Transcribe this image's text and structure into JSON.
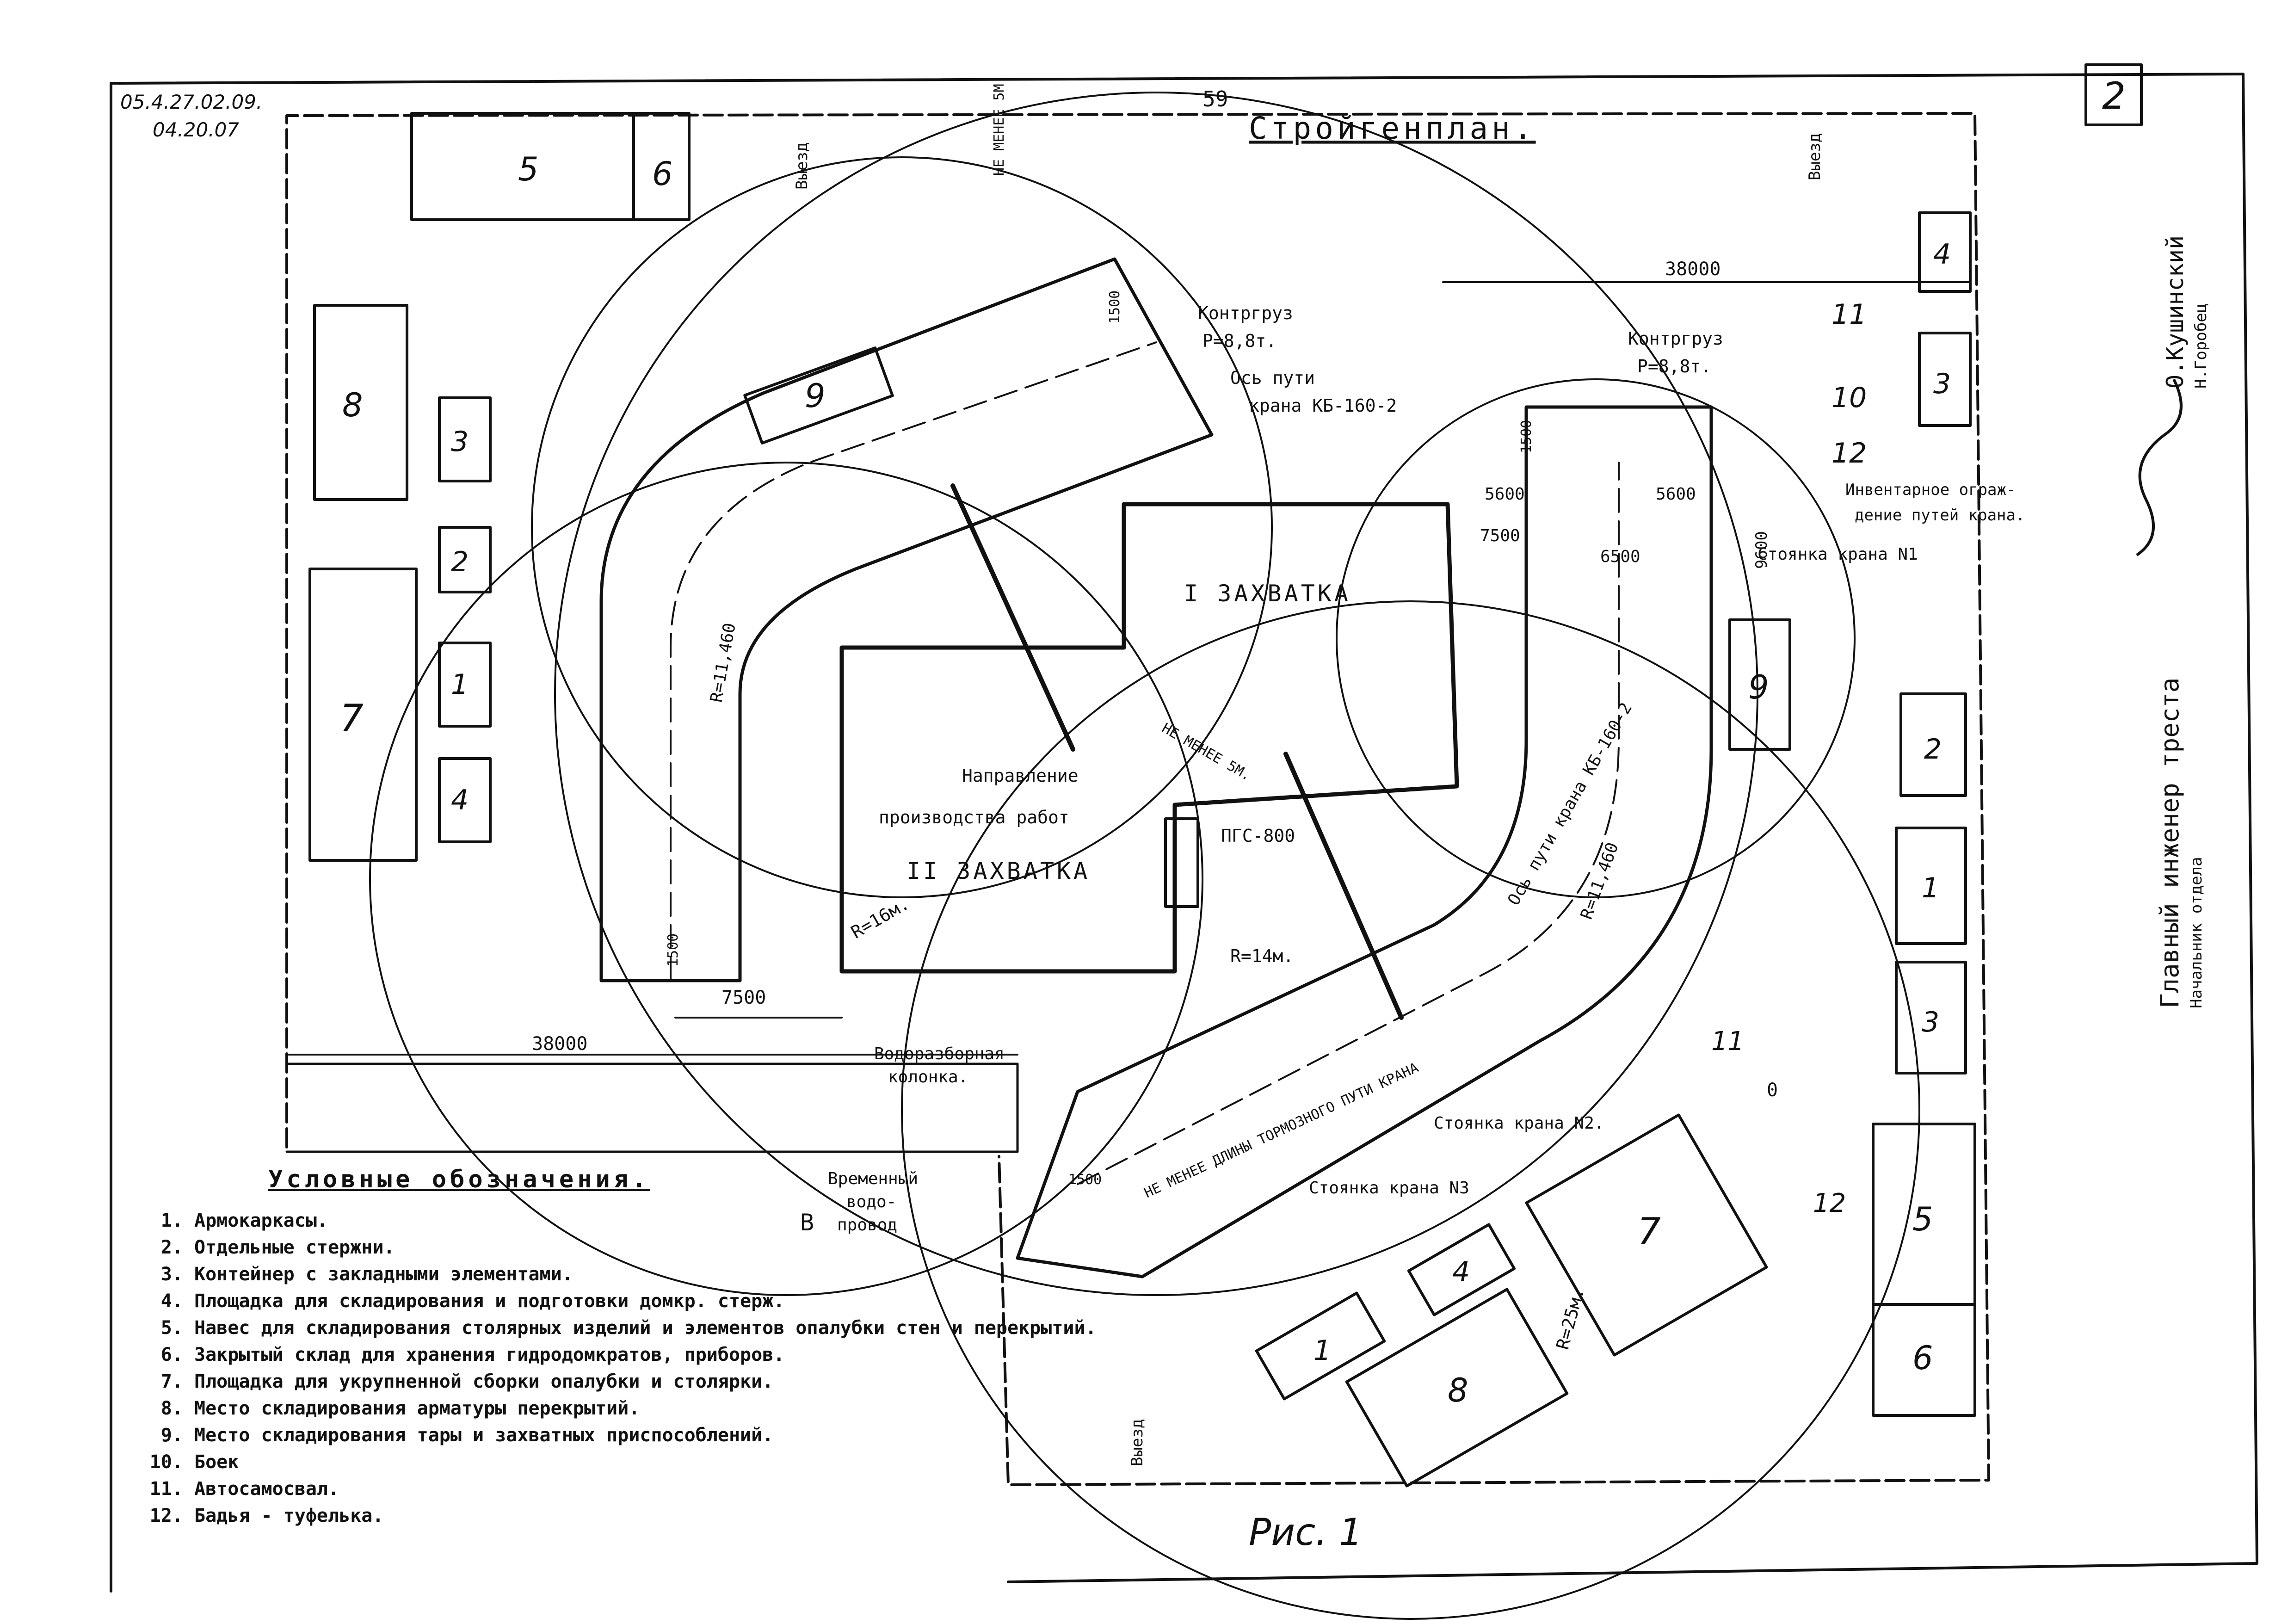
{
  "sheet": {
    "code_line1": "05.4.27.02.09.",
    "code_line2": "04.20.07",
    "page_number": "59",
    "title": "Стройгенплан.",
    "corner_number": "2",
    "figure_caption": "Рис. 1"
  },
  "signature": {
    "role_line1": "Главный инженер треста",
    "role_line2": "Начальник отдела",
    "name1": "О.Кушинский",
    "name2": "Н.Горобец"
  },
  "labels": {
    "exit": "Выезд",
    "not_less_5m": "НЕ МЕНЕЕ 5М.",
    "dim_38000": "38000",
    "dim_7500": "7500",
    "dim_1500": "1500",
    "dim_5600": "5600",
    "dim_6500": "6500",
    "dim_9600": "9600",
    "counterweight": "Контргруз",
    "counterweight_p": "Р=8,8т.",
    "crane_axis_l1": "Ось пути",
    "crane_axis_l2": "крана КБ-160-2",
    "crane_axis_rot": "Ось пути крана КБ-160-2",
    "inventory_fence_l1": "Инвентарное ограж-",
    "inventory_fence_l2": "дение путей крана.",
    "crane_stop_1": "Стоянка крана N1",
    "crane_stop_2": "Стоянка крана N2.",
    "crane_stop_3": "Стоянка крана N3",
    "zone_1": "I ЗАХВАТКА",
    "zone_2": "II ЗАХВАТКА",
    "direction_l1": "Направление",
    "direction_l2": "производства работ",
    "pgs": "ПГС-800",
    "r16": "R=16м.",
    "r14": "R=14м.",
    "r25": "R=25м.",
    "r11460": "R=11,460",
    "brake_dist": "НЕ МЕНЕЕ ДЛИНЫ ТОРМОЗНОГО ПУТИ КРАНА",
    "hydrant_l1": "Водоразборная",
    "hydrant_l2": "колонка.",
    "temp_pipe_l1": "Временный",
    "temp_pipe_l2": "водо-",
    "temp_pipe_l3": "провод",
    "b_mark": "В",
    "zero_mark": "0"
  },
  "zones": {
    "n1": "1",
    "n2": "2",
    "n3": "3",
    "n4": "4",
    "n5": "5",
    "n6": "6",
    "n7": "7",
    "n8": "8",
    "n9": "9",
    "n10": "10",
    "n11": "11",
    "n12": "12"
  },
  "legend": {
    "title": "Условные обозначения.",
    "items": [
      "Армокаркасы.",
      "Отдельные стержни.",
      "Контейнер с закладными элементами.",
      "Площадка для складирования и подготовки домкр. стерж.",
      "Навес для складирования столярных изделий и элементов опалубки стен и перекрытий.",
      "Закрытый склад для хранения гидродомкратов, приборов.",
      "Площадка для укрупненной сборки опалубки и столярки.",
      "Место складирования арматуры перекрытий.",
      "Место складирования тары и захватных приспособлений.",
      "Боек",
      "Автосамосвал.",
      "Бадья - туфелька."
    ]
  }
}
